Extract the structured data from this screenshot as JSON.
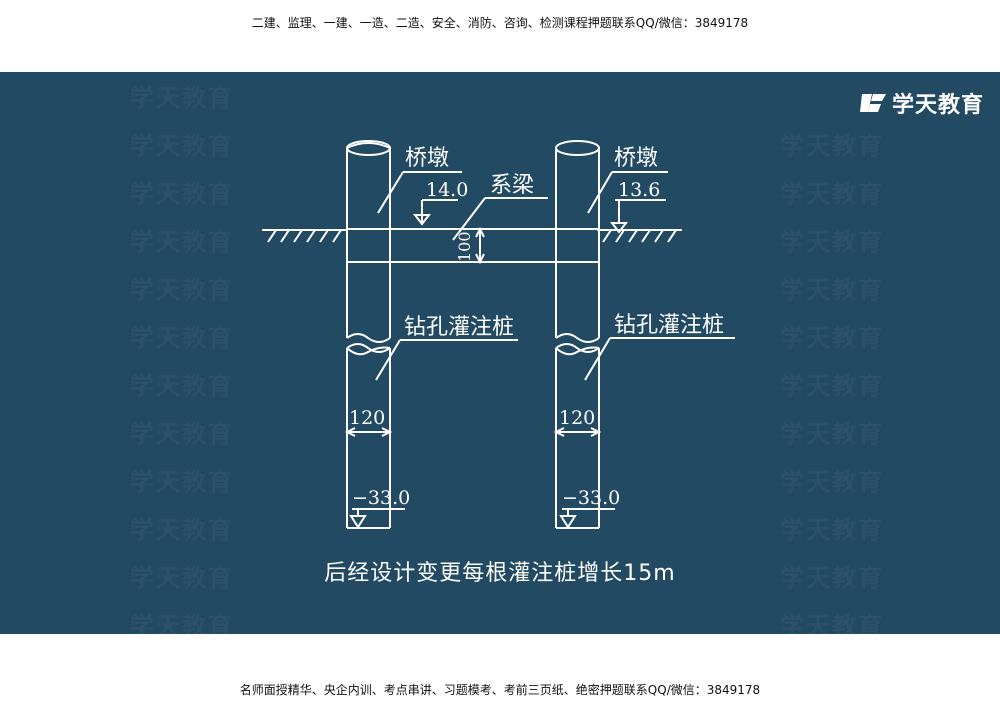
{
  "header": {
    "note": "二建、监理、一建、一造、二造、安全、消防、咨询、检测课程押题联系QQ/微信：3849178"
  },
  "footer": {
    "note": "名师面授精华、央企内训、考点串讲、习题模考、考前三页纸、绝密押题联系QQ/微信：3849178"
  },
  "brand": {
    "logo_text": "学天教育",
    "watermark_text": "学天教育",
    "logo_icon": "xuetian-logo-icon"
  },
  "colors": {
    "panel": "#234a63",
    "line": "#ffffff",
    "text": "#ffffff"
  },
  "diagram": {
    "pier_left": "桥墩",
    "pier_right": "桥墩",
    "beam": "系梁",
    "elev_left_top": "14.0",
    "elev_right_top": "13.6",
    "beam_height": "100",
    "pile_left": "钻孔灌注桩",
    "pile_right": "钻孔灌注桩",
    "dia_left": "120",
    "dia_right": "120",
    "elev_left_bottom": "−33.0",
    "elev_right_bottom": "−33.0"
  },
  "caption": "后经设计变更每根灌注桩增长15m"
}
